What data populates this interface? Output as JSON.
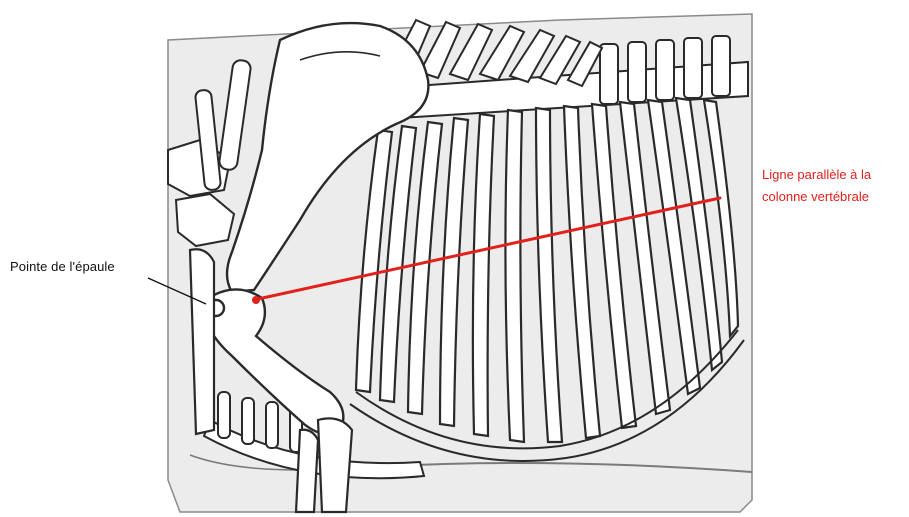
{
  "labels": {
    "shoulder_point": "Pointe de l'épaule",
    "parallel_line_1": "Ligne parallèle à la",
    "parallel_line_2": "colonne vertébrale"
  },
  "colors": {
    "background": "#ffffff",
    "panel": "#ebebeb",
    "bone_fill": "#ffffff",
    "outline": "#2a2a2a",
    "line": "#e0211c",
    "label_text": "#111111"
  }
}
